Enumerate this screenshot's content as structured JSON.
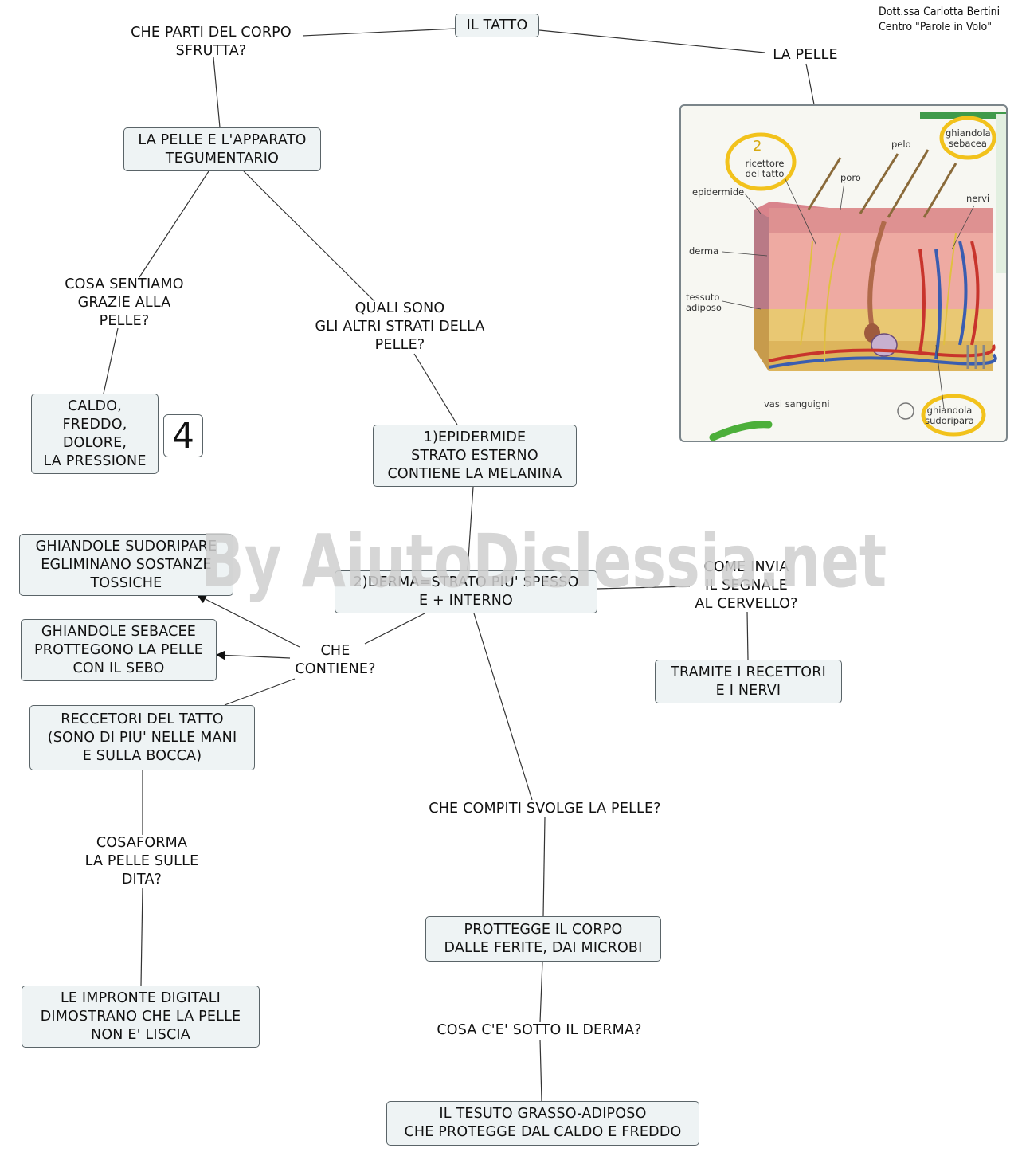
{
  "credit": {
    "line1": "Dott.ssa Carlotta Bertini",
    "line2": "Centro \"Parole in Volo\""
  },
  "watermark": "By AiutoDislessia.net",
  "nodes": {
    "root": "IL TATTO",
    "pelle_app": "LA PELLE E L'APPARATO\nTEGUMENTARIO",
    "caldo": "CALDO,\nFREDDO,\nDOLORE,\nLA PRESSIONE",
    "epidermide": "1)EPIDERMIDE\nSTRATO ESTERNO\nCONTIENE LA MELANINA",
    "derma": "2)DERMA=STRATO PIU' SPESSO\nE + INTERNO",
    "sudoripare": "GHIANDOLE SUDORIPARE\nEGLIMINANO SOSTANZE\nTOSSICHE",
    "sebacee": "GHIANDOLE SEBACEE\nPROTTEGONO LA PELLE\nCON IL SEBO",
    "recettori": "RECCETORI DEL TATTO\n(SONO DI PIU' NELLE MANI\nE SULLA BOCCA)",
    "tramite": "TRAMITE I RECETTORI\nE I NERVI",
    "impronte": "LE IMPRONTE DIGITALI\nDIMOSTRANO CHE LA PELLE\nNON E' LISCIA",
    "protegge": "PROTTEGGE IL CORPO\nDALLE FERITE, DAI MICROBI",
    "adiposo": "IL TESUTO GRASSO-ADIPOSO\nCHE PROTEGGE DAL CALDO E FREDDO"
  },
  "labels": {
    "parti": "CHE PARTI DEL CORPO\nSFRUTTA?",
    "la_pelle": "LA PELLE",
    "sentiamo": "COSA SENTIAMO\nGRAZIE ALLA\nPELLE?",
    "strati": "QUALI SONO\nGLI ALTRI STRATI DELLA\nPELLE?",
    "contiene": "CHE\nCONTIENE?",
    "segnale": "COME INVIA\nIL SEGNALE\nAL CERVELLO?",
    "cosaforma": "COSAFORMA\nLA PELLE SULLE\nDITA?",
    "compiti": "CHE COMPITI SVOLGE LA PELLE?",
    "sotto": "COSA C'E' SOTTO IL DERMA?"
  },
  "number_badge": "4",
  "picture_labels": {
    "recettore": "ricettore\ndel tatto",
    "recettore_num": "2",
    "pelo": "pelo",
    "sebacea": "ghiandola\nsebacea",
    "epidermide": "epidermide",
    "poro": "poro",
    "nervi": "nervi",
    "derma": "derma",
    "tessuto": "tessuto\nadiposo",
    "vasi": "vasi sanguigni",
    "sudoripara": "ghiandola\nsudoripara"
  },
  "colors": {
    "node_fill": "#eef3f4",
    "node_border": "#5a6468",
    "line": "#333333",
    "highlight_ring": "#f2c21c",
    "epidermis": "#d98a8a",
    "dermis": "#e9a7a0",
    "fat": "#e7c46a"
  }
}
